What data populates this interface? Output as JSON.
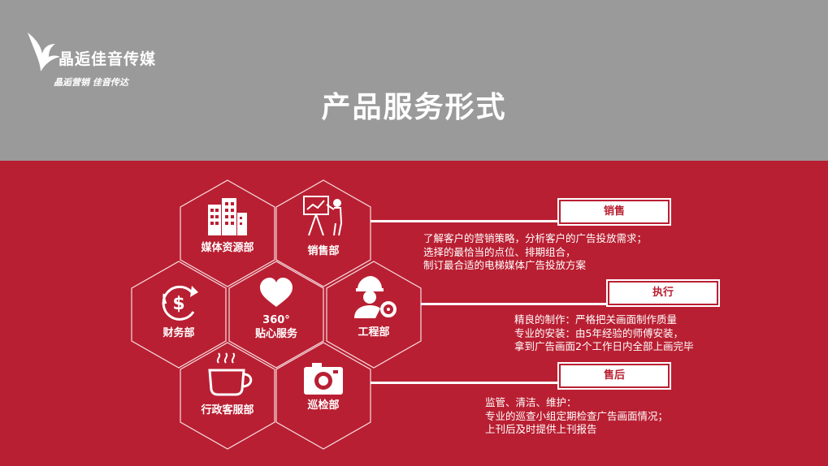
{
  "brand": {
    "name": "晶逅佳音传媒",
    "slogan": "晶逅营销 佳音传达"
  },
  "title": "产品服务形式",
  "hexes": [
    {
      "label": "媒体资源部",
      "icon": "buildings-icon"
    },
    {
      "label": "销售部",
      "icon": "presentation-icon"
    },
    {
      "label": "财务部",
      "icon": "dollar-cycle-icon"
    },
    {
      "label_line1": "360°",
      "label_line2": "贴心服务",
      "icon": "heart-icon"
    },
    {
      "label": "工程部",
      "icon": "engineer-icon"
    },
    {
      "label": "行政客服部",
      "icon": "coffee-cup-icon"
    },
    {
      "label": "巡检部",
      "icon": "camera-icon"
    }
  ],
  "services": [
    {
      "title": "销售",
      "lines": [
        "了解客户的营销策略，分析客户的广告投放需求；",
        "选择的最恰当的点位、排期组合，",
        "制订最合适的电梯媒体广告投放方案"
      ]
    },
    {
      "title": "执行",
      "lines": [
        "精良的制作：严格把关画面制作质量",
        "专业的安装：由5年经验的师傅安装，",
        "拿到广告画面2个工作日内全部上画完毕"
      ]
    },
    {
      "title": "售后",
      "lines": [
        "监管、清洁、维护：",
        "专业的巡查小组定期检查广告画面情况；",
        "上刊后及时提供上刊报告"
      ]
    }
  ],
  "colors": {
    "header_gray": "#9a9a9a",
    "brand_red": "#b91f32",
    "white": "#ffffff"
  }
}
